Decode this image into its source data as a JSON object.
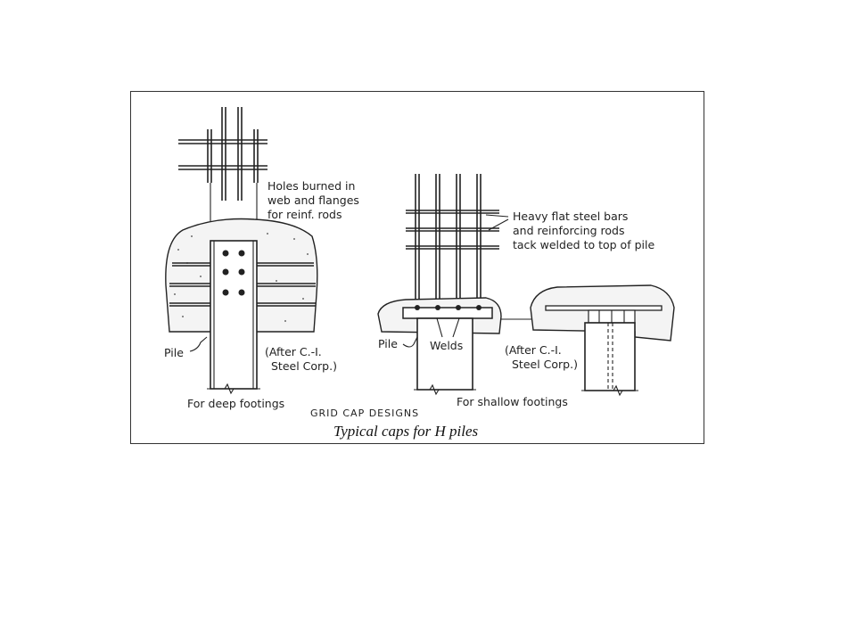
{
  "labels": {
    "holes": [
      "Holes burned in",
      "web and flanges",
      "for reinf. rods"
    ],
    "heavy_bars": [
      "Heavy flat steel bars",
      "and reinforcing rods",
      "tack welded to top of pile"
    ],
    "pile_left": "Pile",
    "pile_right": "Pile",
    "welds": "Welds",
    "after_left": [
      "(After C.-I.",
      "Steel Corp.)"
    ],
    "after_right": [
      "(After C.-I.",
      "Steel Corp.)"
    ],
    "deep": "For deep footings",
    "shallow": "For shallow footings",
    "grid_cap": "GRID CAP DESIGNS",
    "caption": "Typical caps for H piles"
  }
}
